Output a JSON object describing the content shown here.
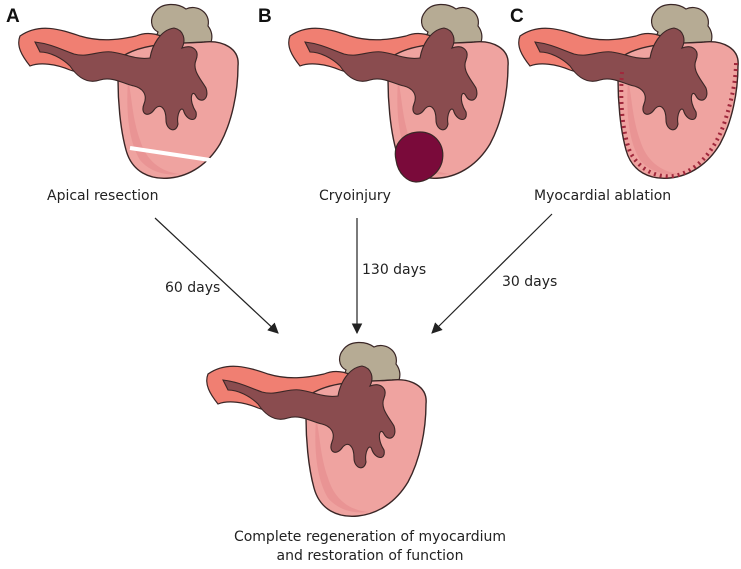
{
  "panels": [
    {
      "letter": "A",
      "label": "Apical resection"
    },
    {
      "letter": "B",
      "label": "Cryoinjury"
    },
    {
      "letter": "C",
      "label": "Myocardial ablation"
    }
  ],
  "durations": [
    "60 days",
    "130 days",
    "30 days"
  ],
  "outcome": {
    "line1": "Complete regeneration of myocardium",
    "line2": "and restoration of function"
  },
  "colors": {
    "heart_fill": "#efa3a0",
    "heart_outline": "#3a2626",
    "atrium": "#f07f72",
    "vessel": "#8a4c4f",
    "bulbus": "#b6ab94",
    "resection_line": "#ffffff",
    "cryo_lesion": "#7a0a3a",
    "ablation_marks": "#a0283c",
    "arrow": "#222222"
  }
}
